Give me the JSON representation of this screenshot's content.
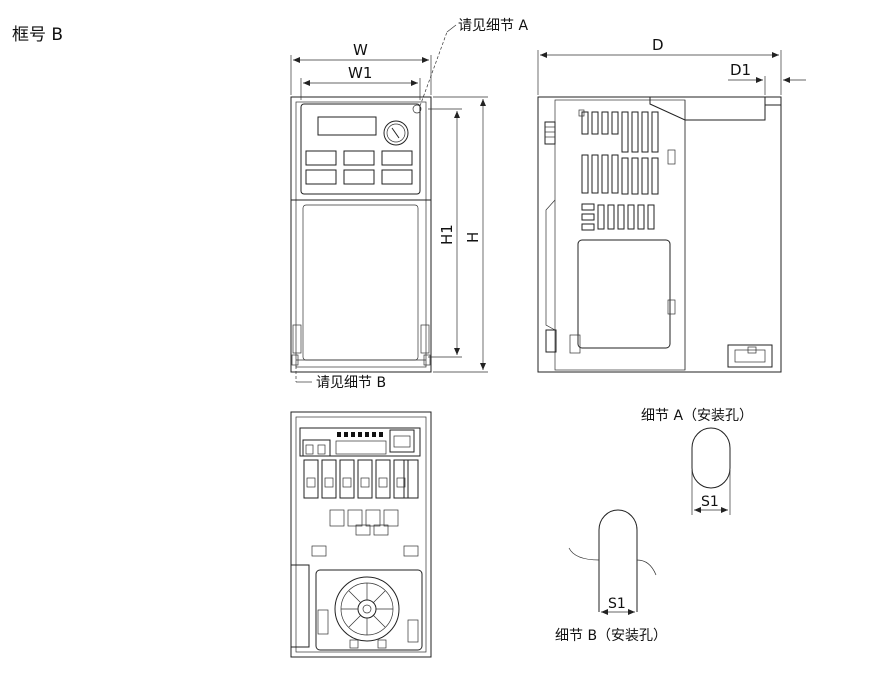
{
  "frame_label": "框号 B",
  "front_view": {
    "dims": {
      "width": "W",
      "width_inner": "W1",
      "height": "H",
      "height_inner": "H1"
    },
    "callout_a": "请见细节 A",
    "callout_b": "请见细节 B"
  },
  "side_view": {
    "dims": {
      "depth": "D",
      "depth_offset": "D1"
    }
  },
  "detail_a": {
    "title": "细节 A（安装孔）",
    "dim": "S1"
  },
  "detail_b": {
    "title": "细节 B（安装孔）",
    "dim": "S1"
  },
  "colors": {
    "line": "#222222",
    "background": "#ffffff"
  }
}
